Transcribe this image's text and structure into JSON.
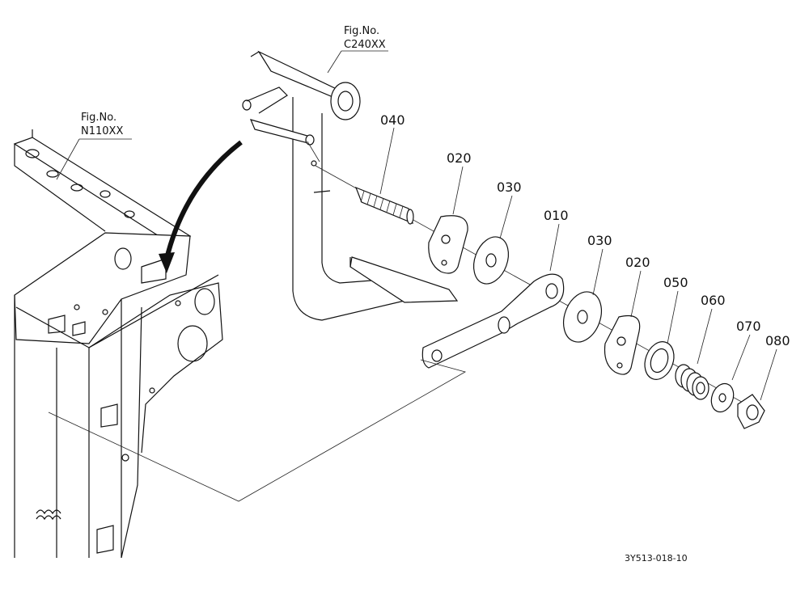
{
  "figure_refs": [
    {
      "line1": "Fig.No.",
      "line2": "C240XX"
    },
    {
      "line1": "Fig.No.",
      "line2": "N110XX"
    }
  ],
  "part_labels": [
    "040",
    "020",
    "030",
    "010",
    "030",
    "020",
    "050",
    "060",
    "070",
    "080"
  ],
  "drawing_code": "3Y513-018-10"
}
